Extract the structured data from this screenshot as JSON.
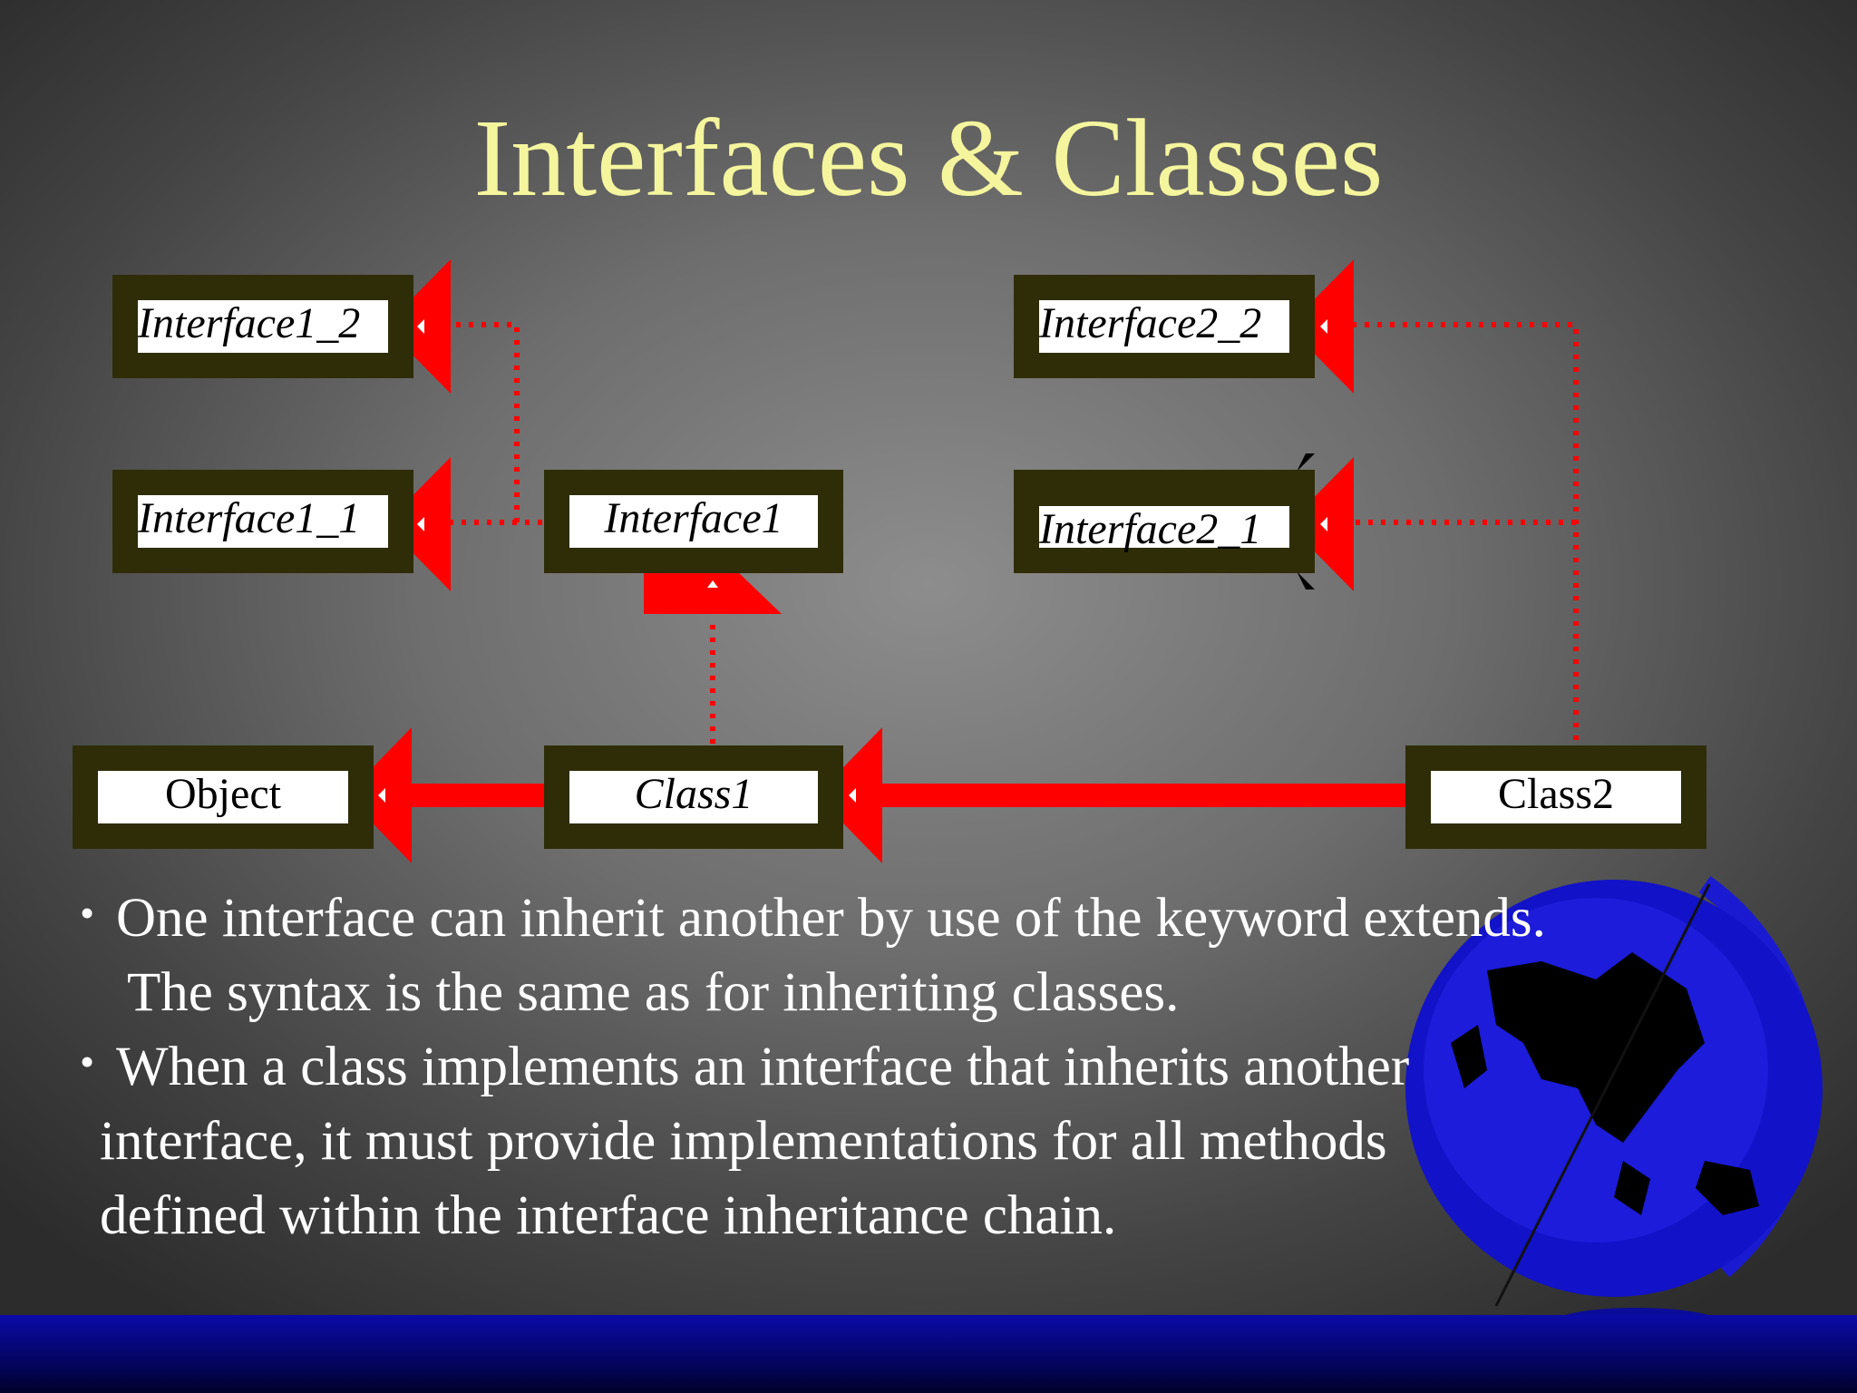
{
  "title": "Interfaces & Classes",
  "diagram": {
    "boxes": {
      "interface1_2": "Interface1_2",
      "interface1_1": "Interface1_1",
      "interface1": "Interface1",
      "interface2_2": "Interface2_2",
      "interface2_1": "Interface2_1",
      "object": "Object",
      "class1": "Class1",
      "class2": "Class2"
    },
    "colors": {
      "arrow": "#ff0000",
      "box_border": "#2e2d08",
      "box_fill": "#ffffff",
      "title": "#f5f59e"
    }
  },
  "bullets": [
    {
      "line1": "One interface can inherit another by use of the keyword extends.",
      "line2": "The syntax is the same  as for inheriting classes."
    },
    {
      "line1": "When a class implements an interface that inherits another",
      "line2": "interface, it must provide implementations for all methods",
      "line3": "defined within the interface  inheritance chain."
    }
  ],
  "decorations": {
    "globe_icon": "globe-icon",
    "bullet_glyph": "•"
  }
}
